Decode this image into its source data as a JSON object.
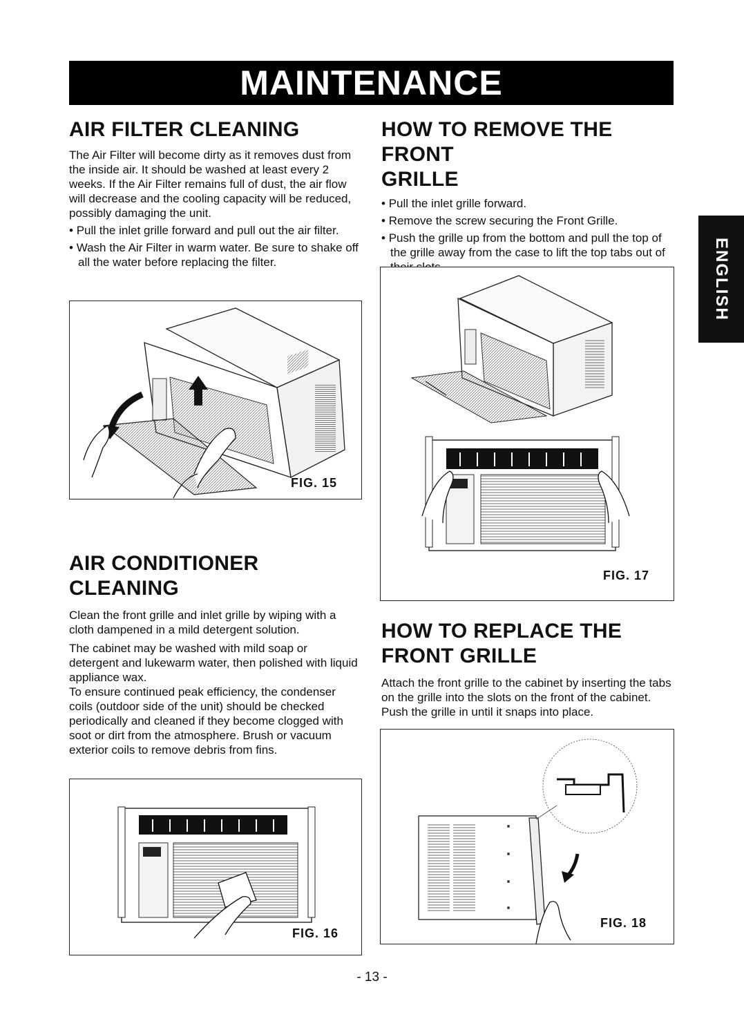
{
  "header": {
    "title": "MAINTENANCE"
  },
  "side_tab": {
    "label": "ENGLISH"
  },
  "sections": {
    "air_filter": {
      "heading": "AIR FILTER CLEANING",
      "intro": "The Air Filter will become dirty as it removes dust from the inside air. It should be washed at least every 2 weeks. If the Air Filter remains full of dust, the air flow will decrease and the cooling capacity will be reduced, possibly damaging the unit.",
      "bullets": [
        "Pull the inlet grille forward and pull out the air filter.",
        "Wash the Air Filter in warm water. Be sure to shake off all the water before replacing the filter."
      ],
      "figure_label": "FIG. 15"
    },
    "ac_cleaning": {
      "heading": "AIR CONDITIONER CLEANING",
      "para1": "Clean the front grille and inlet grille by wiping with a cloth dampened in a mild detergent solution.",
      "para2": "The cabinet may be washed with mild soap or detergent and lukewarm water, then polished with liquid appliance wax.",
      "para3": "To ensure continued peak efficiency, the condenser coils (outdoor side of the unit) should be checked periodically and cleaned if they become clogged with soot or dirt from the atmosphere. Brush or vacuum exterior coils to remove debris from fins.",
      "figure_label": "FIG. 16"
    },
    "remove_grille": {
      "heading_line1": "HOW TO REMOVE THE FRONT",
      "heading_line2": "GRILLE",
      "bullets": [
        "Pull the inlet grille forward.",
        "Remove the screw securing the Front Grille.",
        "Push the grille up from the bottom and pull the top of the grille away from the case to lift the top tabs out of their slots."
      ],
      "figure_label": "FIG. 17"
    },
    "replace_grille": {
      "heading_line1": "HOW TO REPLACE THE",
      "heading_line2": "FRONT GRILLE",
      "body": "Attach the front grille to the cabinet by inserting the tabs on the grille into the slots on the front of the cabinet. Push the grille in until it snaps into place.",
      "figure_label": "FIG. 18"
    }
  },
  "footer": {
    "page_number": "- 13 -"
  }
}
